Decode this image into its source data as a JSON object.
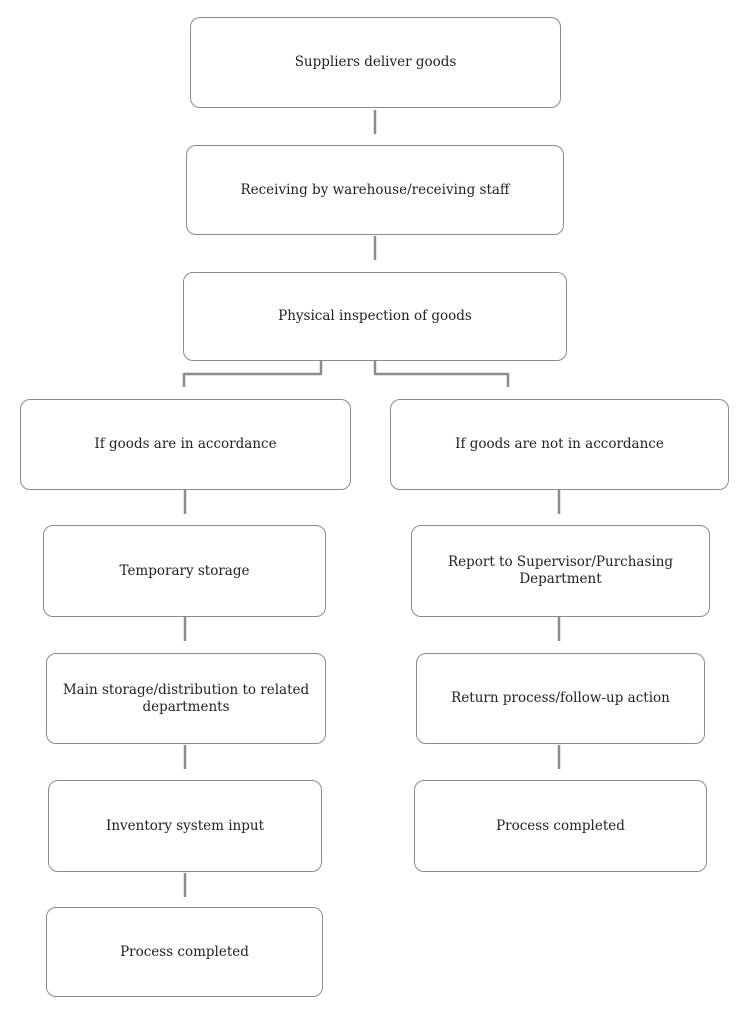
{
  "flowchart": {
    "top": {
      "suppliers": "Suppliers deliver goods",
      "receiving": "Receiving by warehouse/receiving staff",
      "inspection": "Physical inspection of goods"
    },
    "left_branch": {
      "condition": "If goods are in accordance",
      "temporary_storage": "Temporary storage",
      "main_storage": "Main storage/distribution to related departments",
      "inventory_input": "Inventory system input",
      "completed": "Process completed"
    },
    "right_branch": {
      "condition": "If goods are not in accordance",
      "report": "Report to Supervisor/Purchasing Department",
      "return_process": "Return process/follow-up action",
      "completed": "Process completed"
    }
  }
}
